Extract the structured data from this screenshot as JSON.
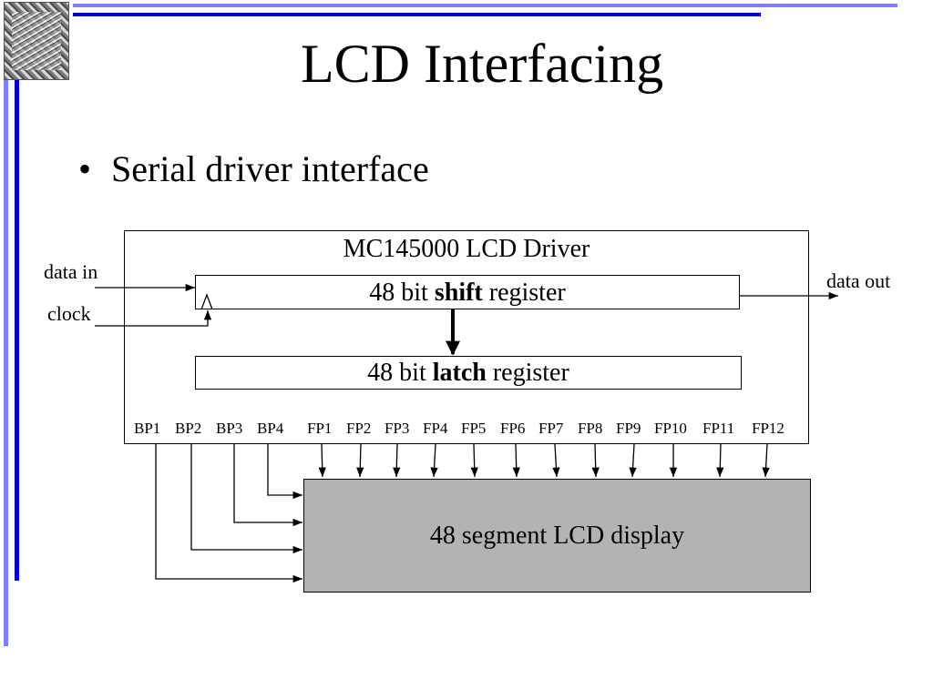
{
  "slide": {
    "title": "LCD Interfacing",
    "bullet": "Serial driver interface",
    "colors": {
      "frame_blue": "#0000cc",
      "frame_light": "#8080ff",
      "display_fill": "#b3b3b3"
    }
  },
  "diagram": {
    "driver_label": "MC145000 LCD Driver",
    "shift_register": {
      "pre": "48 bit",
      "bold": "shift",
      "post": "register"
    },
    "latch_register": {
      "pre": "48 bit",
      "bold": "latch",
      "post": "register"
    },
    "inputs": {
      "data_in": "data in",
      "clock": "clock"
    },
    "output": "data out",
    "display_label": "48 segment LCD display",
    "bp_pins": [
      "BP1",
      "BP2",
      "BP3",
      "BP4"
    ],
    "fp_pins": [
      "FP1",
      "FP2",
      "FP3",
      "FP4",
      "FP5",
      "FP6",
      "FP7",
      "FP8",
      "FP9",
      "FP10",
      "FP11",
      "FP12"
    ]
  }
}
